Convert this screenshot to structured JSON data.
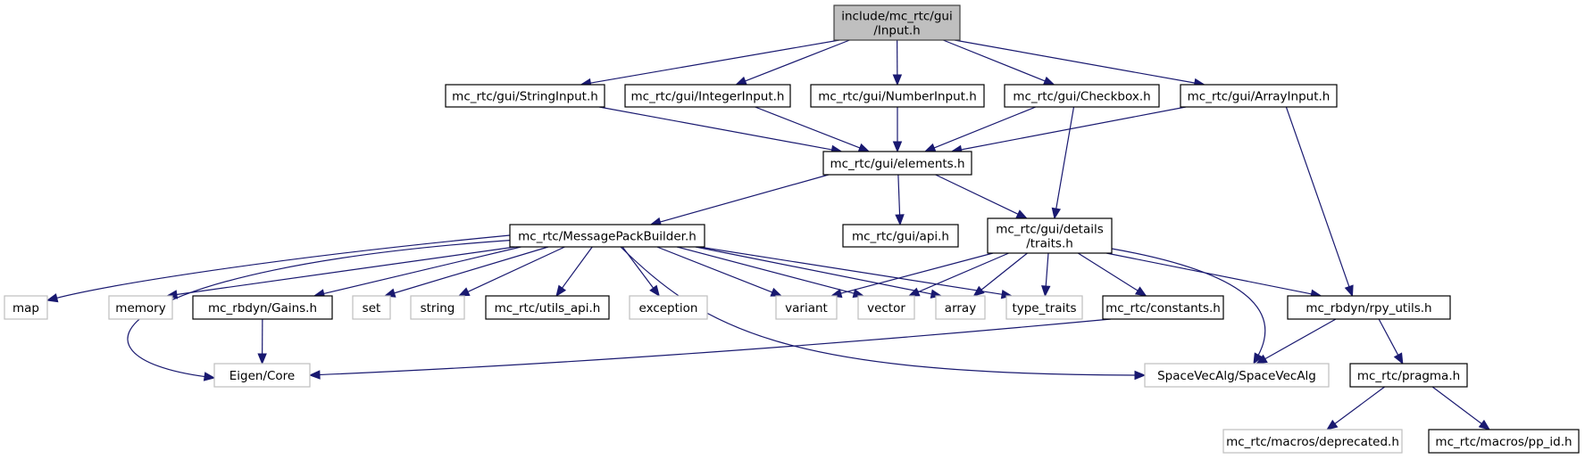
{
  "title": "Include dependency graph for include/mc_rtc/gui/Input.h",
  "colors": {
    "edge": "#191970",
    "root_fill": "#bfbfbf",
    "internal_border": "#000000",
    "external_border": "#bfbfbf"
  },
  "nodes": [
    {
      "id": "input",
      "lines": [
        "include/mc_rtc/gui",
        "/Input.h"
      ],
      "kind": "root"
    },
    {
      "id": "stringinput",
      "lines": [
        "mc_rtc/gui/StringInput.h"
      ],
      "kind": "internal"
    },
    {
      "id": "integerinput",
      "lines": [
        "mc_rtc/gui/IntegerInput.h"
      ],
      "kind": "internal"
    },
    {
      "id": "numberinput",
      "lines": [
        "mc_rtc/gui/NumberInput.h"
      ],
      "kind": "internal"
    },
    {
      "id": "checkbox",
      "lines": [
        "mc_rtc/gui/Checkbox.h"
      ],
      "kind": "internal"
    },
    {
      "id": "arrayinput",
      "lines": [
        "mc_rtc/gui/ArrayInput.h"
      ],
      "kind": "internal"
    },
    {
      "id": "elements",
      "lines": [
        "mc_rtc/gui/elements.h"
      ],
      "kind": "internal"
    },
    {
      "id": "messagepack",
      "lines": [
        "mc_rtc/MessagePackBuilder.h"
      ],
      "kind": "internal"
    },
    {
      "id": "api",
      "lines": [
        "mc_rtc/gui/api.h"
      ],
      "kind": "internal"
    },
    {
      "id": "traits",
      "lines": [
        "mc_rtc/gui/details",
        "/traits.h"
      ],
      "kind": "internal"
    },
    {
      "id": "map",
      "lines": [
        "map"
      ],
      "kind": "external"
    },
    {
      "id": "memory",
      "lines": [
        "memory"
      ],
      "kind": "external"
    },
    {
      "id": "gains",
      "lines": [
        "mc_rbdyn/Gains.h"
      ],
      "kind": "internal"
    },
    {
      "id": "set",
      "lines": [
        "set"
      ],
      "kind": "external"
    },
    {
      "id": "string",
      "lines": [
        "string"
      ],
      "kind": "external"
    },
    {
      "id": "utils_api",
      "lines": [
        "mc_rtc/utils_api.h"
      ],
      "kind": "internal"
    },
    {
      "id": "exception",
      "lines": [
        "exception"
      ],
      "kind": "external"
    },
    {
      "id": "variant",
      "lines": [
        "variant"
      ],
      "kind": "external"
    },
    {
      "id": "vector",
      "lines": [
        "vector"
      ],
      "kind": "external"
    },
    {
      "id": "array",
      "lines": [
        "array"
      ],
      "kind": "external"
    },
    {
      "id": "type_traits",
      "lines": [
        "type_traits"
      ],
      "kind": "external"
    },
    {
      "id": "constants",
      "lines": [
        "mc_rtc/constants.h"
      ],
      "kind": "internal"
    },
    {
      "id": "rpy_utils",
      "lines": [
        "mc_rbdyn/rpy_utils.h"
      ],
      "kind": "internal"
    },
    {
      "id": "eigen",
      "lines": [
        "Eigen/Core"
      ],
      "kind": "external"
    },
    {
      "id": "spacevecalg",
      "lines": [
        "SpaceVecAlg/SpaceVecAlg"
      ],
      "kind": "external"
    },
    {
      "id": "pragma",
      "lines": [
        "mc_rtc/pragma.h"
      ],
      "kind": "internal"
    },
    {
      "id": "deprecated",
      "lines": [
        "mc_rtc/macros/deprecated.h"
      ],
      "kind": "external"
    },
    {
      "id": "pp_id",
      "lines": [
        "mc_rtc/macros/pp_id.h"
      ],
      "kind": "internal"
    }
  ],
  "edges": [
    [
      "input",
      "stringinput"
    ],
    [
      "input",
      "integerinput"
    ],
    [
      "input",
      "numberinput"
    ],
    [
      "input",
      "checkbox"
    ],
    [
      "input",
      "arrayinput"
    ],
    [
      "stringinput",
      "elements"
    ],
    [
      "integerinput",
      "elements"
    ],
    [
      "numberinput",
      "elements"
    ],
    [
      "checkbox",
      "elements"
    ],
    [
      "checkbox",
      "traits"
    ],
    [
      "arrayinput",
      "elements"
    ],
    [
      "arrayinput",
      "rpy_utils"
    ],
    [
      "elements",
      "messagepack"
    ],
    [
      "elements",
      "api"
    ],
    [
      "elements",
      "traits"
    ],
    [
      "messagepack",
      "map"
    ],
    [
      "messagepack",
      "memory"
    ],
    [
      "messagepack",
      "gains"
    ],
    [
      "messagepack",
      "set"
    ],
    [
      "messagepack",
      "string"
    ],
    [
      "messagepack",
      "utils_api"
    ],
    [
      "messagepack",
      "exception"
    ],
    [
      "messagepack",
      "variant"
    ],
    [
      "messagepack",
      "vector"
    ],
    [
      "messagepack",
      "array"
    ],
    [
      "messagepack",
      "type_traits"
    ],
    [
      "messagepack",
      "eigen"
    ],
    [
      "messagepack",
      "spacevecalg"
    ],
    [
      "gains",
      "eigen"
    ],
    [
      "traits",
      "variant"
    ],
    [
      "traits",
      "vector"
    ],
    [
      "traits",
      "array"
    ],
    [
      "traits",
      "type_traits"
    ],
    [
      "traits",
      "constants"
    ],
    [
      "traits",
      "rpy_utils"
    ],
    [
      "traits",
      "spacevecalg"
    ],
    [
      "constants",
      "eigen"
    ],
    [
      "rpy_utils",
      "spacevecalg"
    ],
    [
      "rpy_utils",
      "pragma"
    ],
    [
      "pragma",
      "deprecated"
    ],
    [
      "pragma",
      "pp_id"
    ]
  ]
}
